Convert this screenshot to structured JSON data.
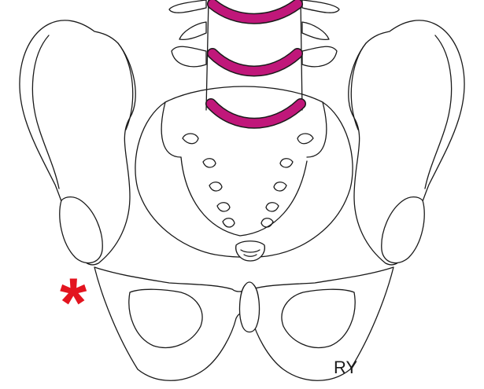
{
  "figure": {
    "marker_text": "RY",
    "asterisk_symbol": "*"
  },
  "colors": {
    "disc": "#c0177a",
    "asterisk": "#e3141f",
    "outline": "#1a1a1a",
    "background": "#ffffff"
  },
  "icons": {
    "asterisk": "asterisk-marker",
    "discs": "intervertebral-disc"
  }
}
